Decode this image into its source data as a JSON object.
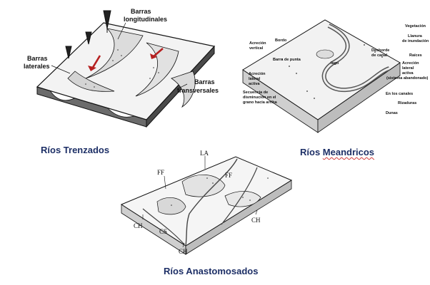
{
  "trenzados": {
    "caption": "Ríos Trenzados",
    "labels": {
      "barras_long_1": "Barras",
      "barras_long_2": "longitudinales",
      "barras_lat_1": "Barras",
      "barras_lat_2": "laterales",
      "barras_trans_1": "Barras",
      "barras_trans_2": "transversales"
    }
  },
  "meandricos": {
    "caption_prefix": "Ríos ",
    "caption_word": "Meandricos",
    "labels": {
      "vegetacion": "Vegetación",
      "llanura_1": "Llanura",
      "llanura_2": "de inundación",
      "bordo": "Bordo",
      "acrecion_v_1": "Acreción",
      "acrecion_v_2": "vertical",
      "barra_punta": "Barra de punta",
      "lago": "lago",
      "desborde_1": "Desborde",
      "desborde_2": "de canal",
      "raices": "Raíces",
      "acrecion_l_1": "Acreción",
      "acrecion_l_2": "lateral",
      "acrecion_l_3": "activa",
      "acrecion_l_4": "(sistema abandonado)",
      "acrecion_la_1": "Acreción",
      "acrecion_la_2": "lateral",
      "acrecion_la_3": "activa",
      "secuencia_1": "Secuencia de",
      "secuencia_2": "disminución en el",
      "secuencia_3": "grano hacia arriba",
      "canales": "En los canales",
      "rizaduras": "Rizaduras",
      "dunas": "Dunas"
    }
  },
  "anastomosados": {
    "caption": "Ríos Anastomosados",
    "labels": {
      "la": "LA",
      "ff_left": "FF",
      "ff_right": "FF",
      "ch_left": "CH",
      "cs": "CS",
      "ch_bottom": "CH",
      "ch_right": "CH"
    }
  }
}
